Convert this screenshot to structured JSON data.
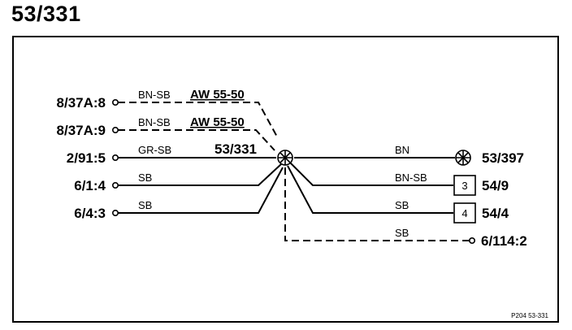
{
  "title": "53/331",
  "splice_label": "53/331",
  "left_connectors": [
    {
      "label": "8/37A:8",
      "wire": "BN-SB",
      "aw": "AW 55-50",
      "dashed": true
    },
    {
      "label": "8/37A:9",
      "wire": "BN-SB",
      "aw": "AW 55-50",
      "dashed": true
    },
    {
      "label": "2/91:5",
      "wire": "GR-SB",
      "aw": "",
      "dashed": false
    },
    {
      "label": "6/1:4",
      "wire": "SB",
      "aw": "",
      "dashed": false
    },
    {
      "label": "6/4:3",
      "wire": "SB",
      "aw": "",
      "dashed": false
    }
  ],
  "right_connectors": [
    {
      "label": "53/397",
      "wire": "BN",
      "symbol": "splice"
    },
    {
      "label": "54/9",
      "wire": "BN-SB",
      "symbol": "box",
      "box_number": "3"
    },
    {
      "label": "54/4",
      "wire": "SB",
      "symbol": "box",
      "box_number": "4"
    },
    {
      "label": "6/114:2",
      "wire": "SB",
      "symbol": "pin",
      "dashed": true
    }
  ],
  "reference": "P204 53-331"
}
